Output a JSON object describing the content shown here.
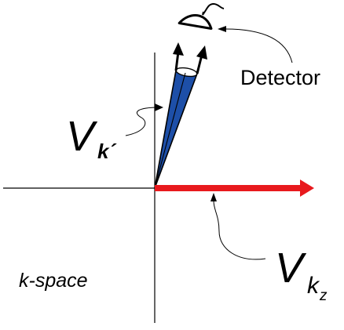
{
  "diagram": {
    "detector_label": "Detector",
    "space_label": "k-space",
    "v_kprime": {
      "main": "V",
      "sub": "k´"
    },
    "v_kz": {
      "main": "V",
      "sub": "k",
      "subsub": "z"
    },
    "colors": {
      "kz_vector": "#e8191d",
      "cone_fill": "#1d4fa8",
      "axis": "#000000",
      "background": "#ffffff"
    }
  }
}
